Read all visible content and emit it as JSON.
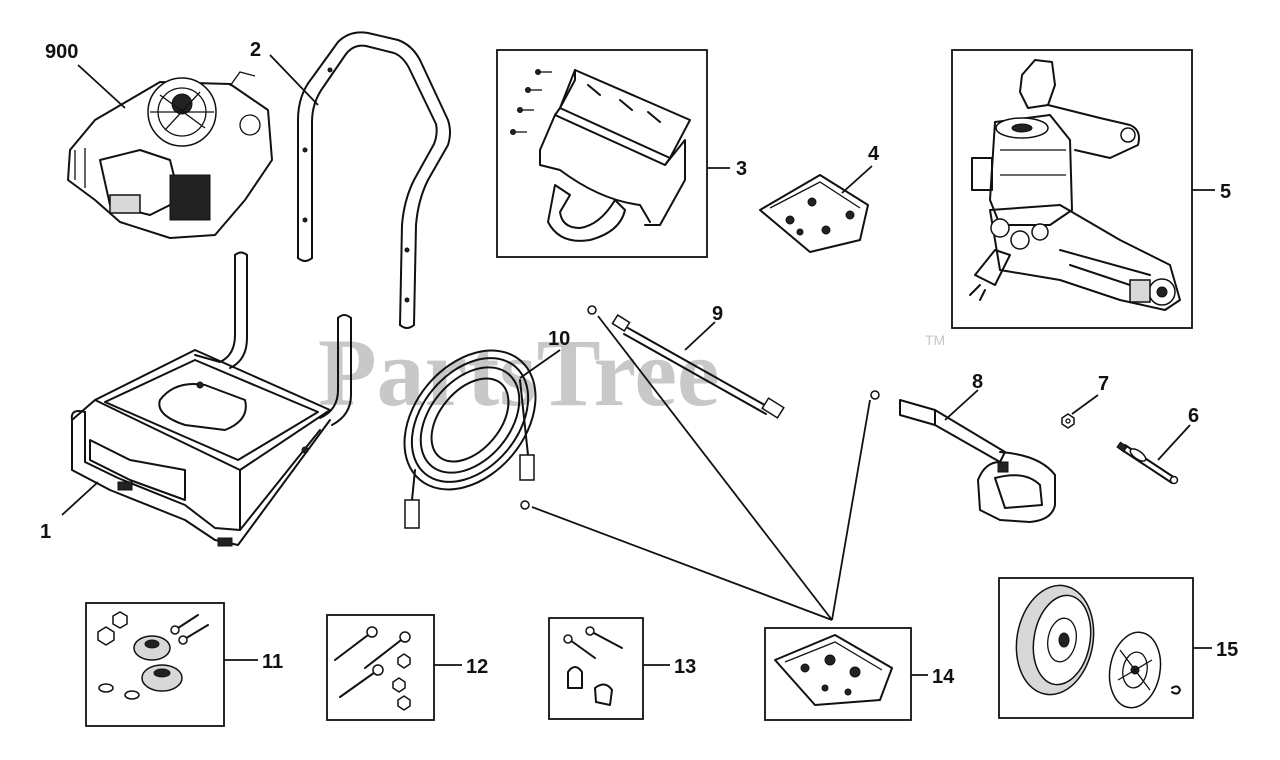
{
  "watermark": {
    "text": "PartsTree",
    "trademark": "TM"
  },
  "callouts": {
    "c900": "900",
    "c1": "1",
    "c2": "2",
    "c3": "3",
    "c4": "4",
    "c5": "5",
    "c6": "6",
    "c7": "7",
    "c8": "8",
    "c9": "9",
    "c10": "10",
    "c11": "11",
    "c12": "12",
    "c13": "13",
    "c14": "14",
    "c15": "15"
  },
  "colors": {
    "ink": "#111111",
    "watermark": "#c8c8c8",
    "background": "#ffffff"
  }
}
